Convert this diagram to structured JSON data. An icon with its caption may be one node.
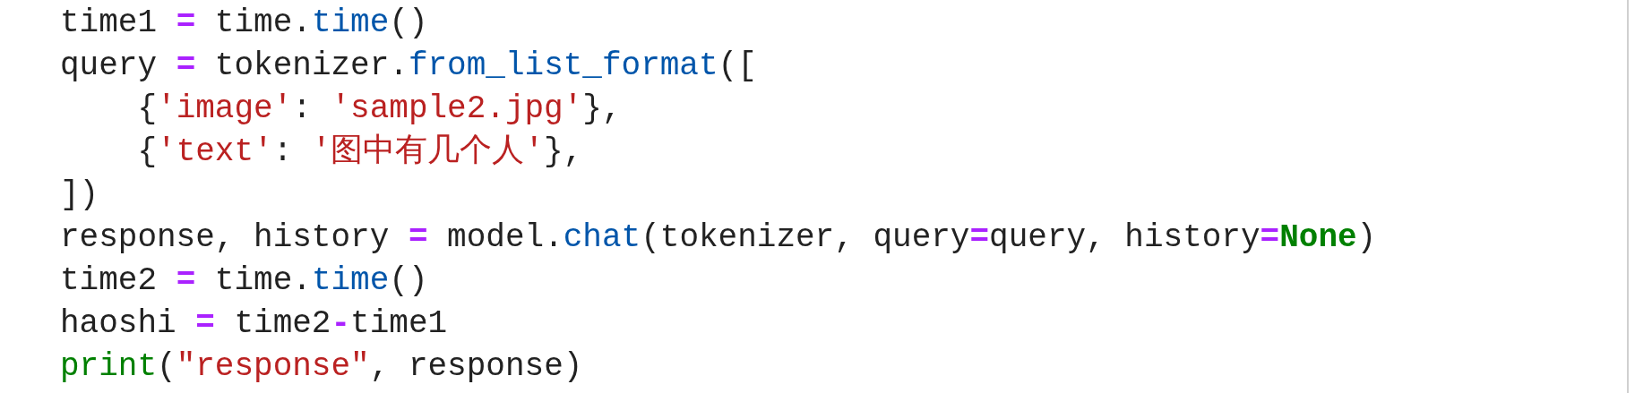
{
  "diagram": {
    "labels": [
      "time1 = time.time()",
      "query = tokenizer.from_list_format([",
      "    {'image': 'sample2.jpg'},",
      "    {'text': '图中有几个人'},",
      "])",
      "response, history = model.chat(tokenizer, query=query, history=None)",
      "time2 = time.time()",
      "haoshi = time2-time1",
      "print(\"response\", response)"
    ]
  }
}
